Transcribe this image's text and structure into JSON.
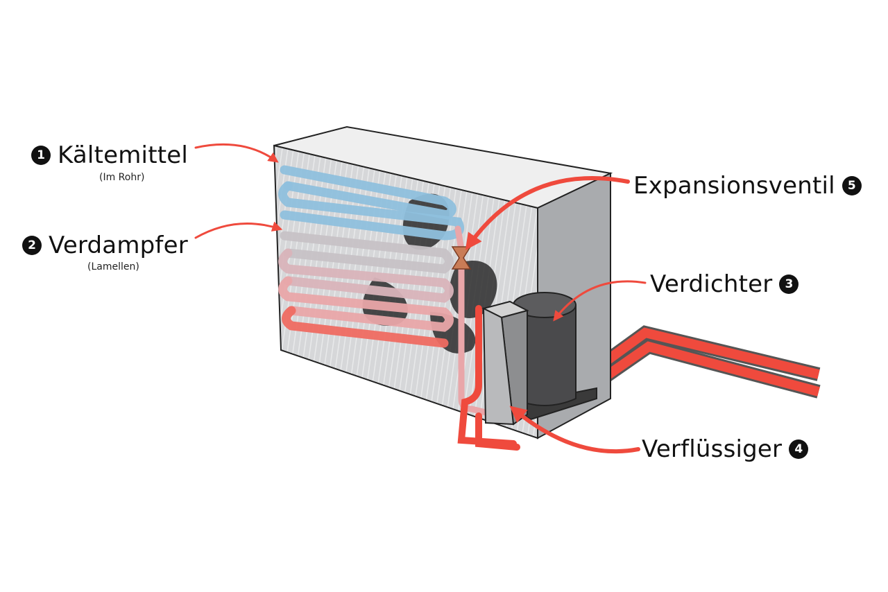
{
  "colors": {
    "pipe_hot": "#ef4a3d",
    "pipe_cold": "#8fc0dd",
    "arrow": "#ef4a3d",
    "housing": "#c9cacc",
    "housing_side": "#a9abae",
    "compressor": "#4a4a4c",
    "fan": "#2b2b2b"
  },
  "labels": [
    {
      "id": "kaeltemittel",
      "number": "1",
      "title": "Kältemittel",
      "subtitle": "(Im Rohr)"
    },
    {
      "id": "verdampfer",
      "number": "2",
      "title": "Verdampfer",
      "subtitle": "(Lamellen)"
    },
    {
      "id": "verdichter",
      "number": "3",
      "title": "Verdichter",
      "subtitle": ""
    },
    {
      "id": "verfluessiger",
      "number": "4",
      "title": "Verflüssiger",
      "subtitle": ""
    },
    {
      "id": "expansionsventil",
      "number": "5",
      "title": "Expansionsventil",
      "subtitle": ""
    }
  ]
}
